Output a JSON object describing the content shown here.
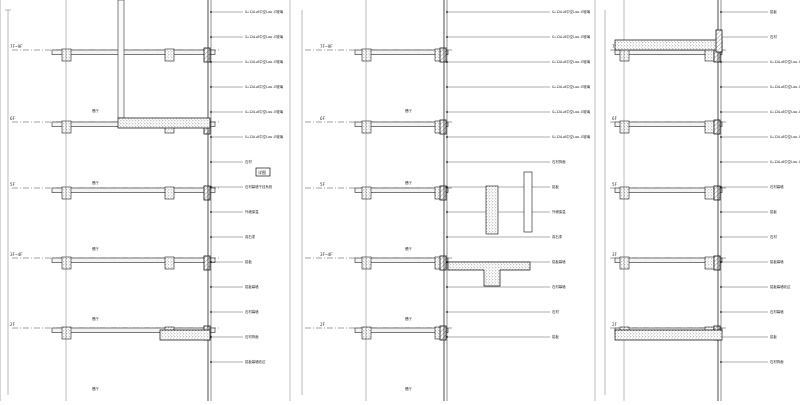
{
  "drawing": {
    "panels": [
      {
        "id": "left",
        "levels": [
          "7F~9F",
          "6F",
          "5F",
          "3F~4F",
          "2F"
        ],
        "room_labels": [
          "餐厅",
          "餐厅",
          "餐厅",
          "餐厅",
          "餐厅"
        ],
        "notes": [
          "G+12A+6中空Low-E玻璃",
          "G+12A+6中空Low-E玻璃",
          "G+12A+6中空Low-E玻璃",
          "G+12A+6中空Low-E玻璃",
          "G+12A+6中空Low-E玻璃",
          "G+12A+6中空Low-E玻璃",
          "石材",
          "石材幕墙干挂系统",
          "外墙保温",
          "真石漆",
          "铝板",
          "铝板幕墙",
          "石材幕墙",
          "石材饰面",
          "铝板幕墙收边"
        ],
        "callout": "详图"
      },
      {
        "id": "middle",
        "levels": [
          "7F~9F",
          "6F",
          "5F",
          "3F~4F",
          "2F"
        ],
        "room_labels": [
          "餐厅",
          "餐厅",
          "餐厅",
          "餐厅",
          "餐厅"
        ],
        "notes": [
          "G+12A+6中空Low-E玻璃",
          "G+12A+6中空Low-E玻璃",
          "G+12A+6中空Low-E玻璃",
          "G+12A+6中空Low-E玻璃",
          "G+12A+6中空Low-E玻璃",
          "G+12A+6中空Low-E玻璃",
          "石材饰面",
          "铝板",
          "外墙保温",
          "真石漆",
          "铝板幕墙",
          "石材幕墙",
          "石材",
          "铝板"
        ]
      },
      {
        "id": "right",
        "levels": [
          "7F",
          "6F",
          "5F",
          "3F",
          "2F"
        ],
        "notes": [
          "铝板",
          "石材",
          "G+12A+6中空Low-E玻璃",
          "G+12A+6中空Low-E玻璃",
          "G+12A+6中空Low-E玻璃",
          "G+12A+6中空Low-E玻璃",
          "G+12A+6中空Low-E玻璃",
          "石材幕墙",
          "铝板",
          "石材",
          "铝板幕墙",
          "铝板幕墙收边",
          "石材幕墙",
          "铝板",
          "石材饰面"
        ]
      }
    ]
  }
}
